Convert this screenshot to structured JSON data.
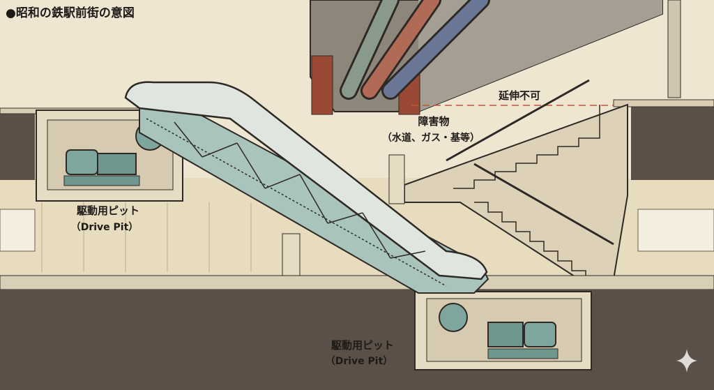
{
  "title": "●昭和の鉄駅前街の意図",
  "labels": {
    "upper_pit": {
      "ja": "駆動用ピット",
      "en": "（Drive Pit）"
    },
    "lower_pit": {
      "ja": "駆動用ピット",
      "en": "（Drive Pit）"
    },
    "obstacle": {
      "ja": "障害物",
      "detail": "（水道、ガス・基等）"
    },
    "no_extension": "延伸不可"
  },
  "colors": {
    "background": "#efe6d2",
    "ground": "#5b5047",
    "concrete": "#e6dcc4",
    "steel": "#7fa69e",
    "brick": "#9a4a34",
    "pipe_green": "#8a9a8a",
    "pipe_red": "#b06a55",
    "pipe_blue": "#6a7796"
  }
}
